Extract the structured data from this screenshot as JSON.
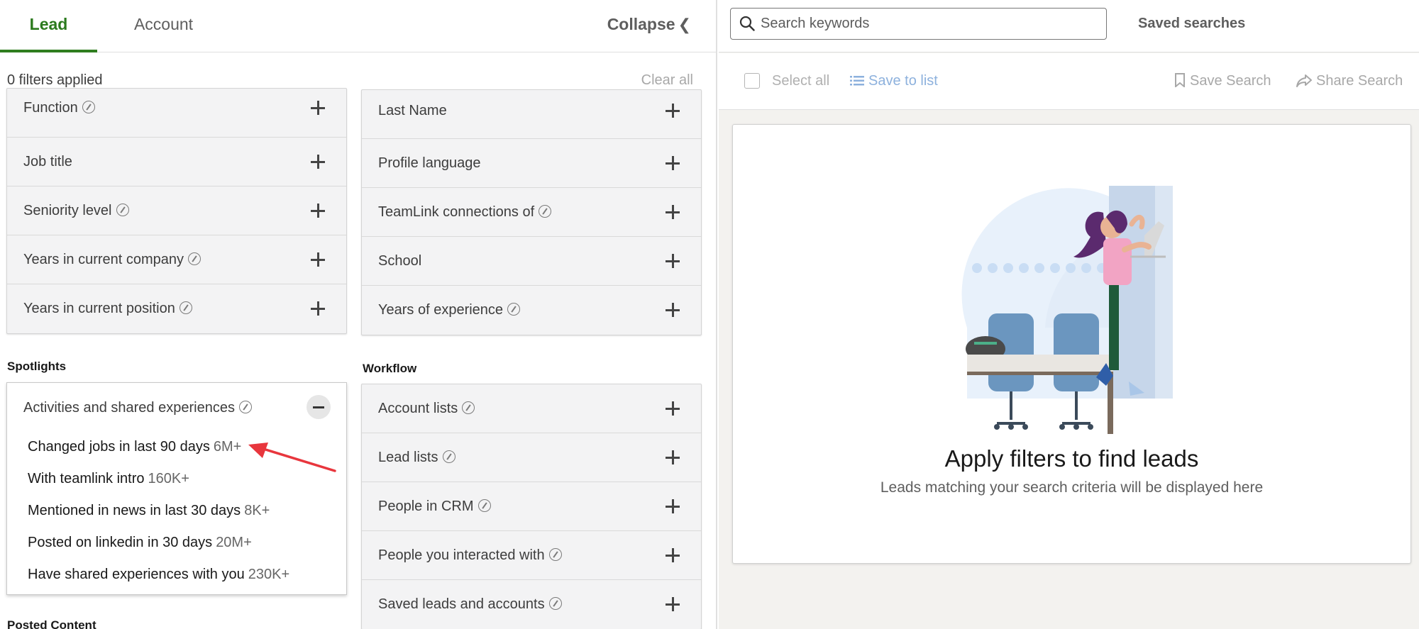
{
  "tabs": [
    {
      "label": "Lead",
      "active": true
    },
    {
      "label": "Account",
      "active": false
    }
  ],
  "collapse_label": "Collapse",
  "filters_applied": "0 filters applied",
  "clear_all": "Clear all",
  "left_column_filters": [
    {
      "label": "Function",
      "info": true
    },
    {
      "label": "Job title",
      "info": false
    },
    {
      "label": "Seniority level",
      "info": true
    },
    {
      "label": "Years in current company",
      "info": true
    },
    {
      "label": "Years in current position",
      "info": true
    }
  ],
  "right_column_filters": [
    {
      "label": "Last Name",
      "info": false
    },
    {
      "label": "Profile language",
      "info": false
    },
    {
      "label": "TeamLink connections of",
      "info": true
    },
    {
      "label": "School",
      "info": false
    },
    {
      "label": "Years of experience",
      "info": true
    }
  ],
  "spotlights": {
    "title": "Spotlights",
    "header": "Activities and shared experiences",
    "items": [
      {
        "label": "Changed jobs in last 90 days",
        "count": "6M+"
      },
      {
        "label": "With teamlink intro",
        "count": "160K+"
      },
      {
        "label": "Mentioned in news in last 30 days",
        "count": "8K+"
      },
      {
        "label": "Posted on linkedin in 30 days",
        "count": "20M+"
      },
      {
        "label": "Have shared experiences with you",
        "count": "230K+"
      }
    ]
  },
  "posted_content_title": "Posted Content",
  "workflow": {
    "title": "Workflow",
    "items": [
      {
        "label": "Account lists",
        "info": true
      },
      {
        "label": "Lead lists",
        "info": true
      },
      {
        "label": "People in CRM",
        "info": true
      },
      {
        "label": "People you interacted with",
        "info": true
      },
      {
        "label": "Saved leads and accounts",
        "info": true
      }
    ]
  },
  "search": {
    "placeholder": "Search keywords",
    "value": ""
  },
  "saved_searches": "Saved searches",
  "actions": {
    "select_all": "Select all",
    "save_to_list": "Save to list",
    "save_search": "Save Search",
    "share_search": "Share Search"
  },
  "empty_state": {
    "title": "Apply filters to find leads",
    "subtitle": "Leads matching your search criteria will be displayed here"
  },
  "colors": {
    "accent_green": "#2f7d1f",
    "link_blue": "#8db1dd",
    "annotation_arrow": "#e8363d"
  },
  "icons": [
    "info-icon",
    "plus-icon",
    "minus-icon",
    "search-icon",
    "chevron-left-icon",
    "list-icon",
    "bookmark-icon",
    "share-arrow-icon"
  ]
}
